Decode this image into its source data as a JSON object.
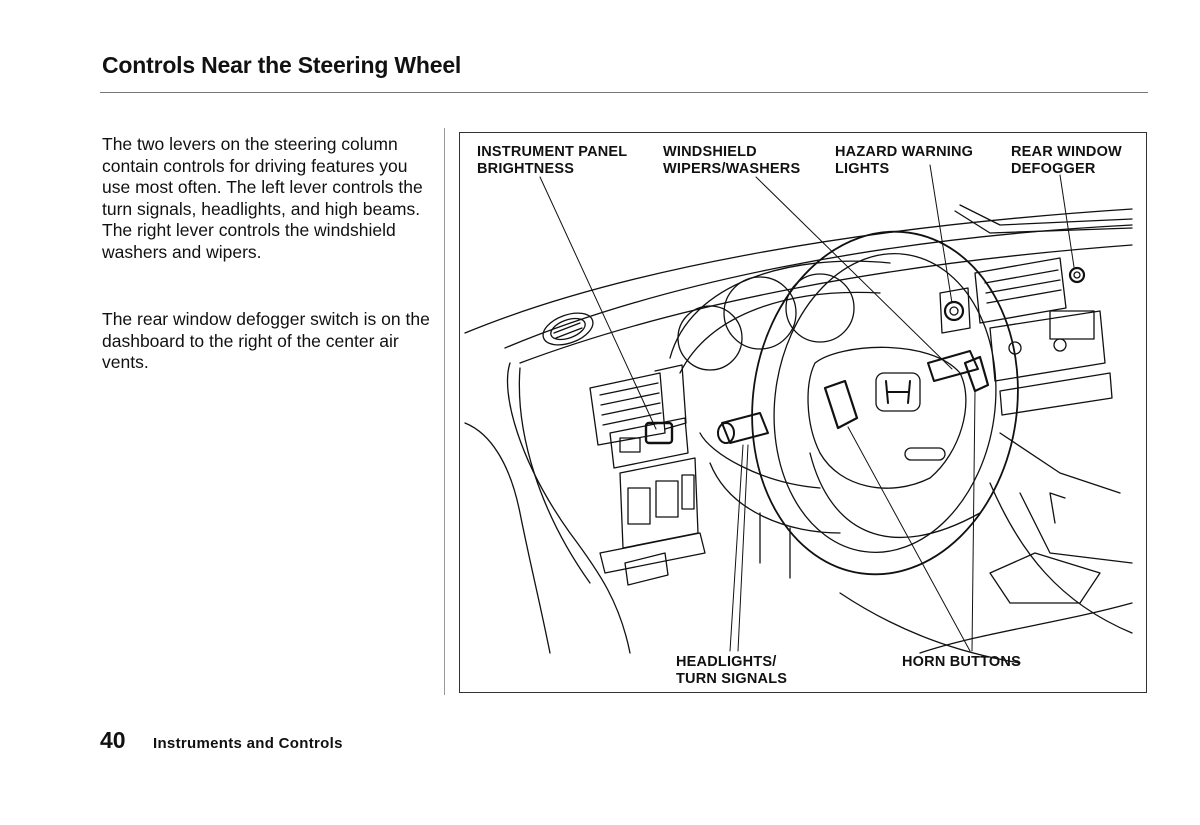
{
  "page": {
    "title": "Controls Near the Steering Wheel",
    "paragraphs": [
      "The two levers on the steering column contain controls for driving features you use most often. The left lever controls the turn signals, headlights, and high beams. The right lever controls the windshield washers and wipers.",
      "The rear window defogger switch is on the dashboard to the right of the center air vents."
    ],
    "page_number": "40",
    "section_name": "Instruments and Controls"
  },
  "figure": {
    "callouts": {
      "instrument_panel_brightness": "INSTRUMENT PANEL\nBRIGHTNESS",
      "windshield_wipers": "WINDSHIELD\nWIPERS/WASHERS",
      "hazard_lights": "HAZARD  WARNING\nLIGHTS",
      "rear_defogger": "REAR  WINDOW\nDEFOGGER",
      "headlights": "HEADLIGHTS/\nTURN  SIGNALS",
      "horn_buttons": "HORN  BUTTONS"
    }
  }
}
